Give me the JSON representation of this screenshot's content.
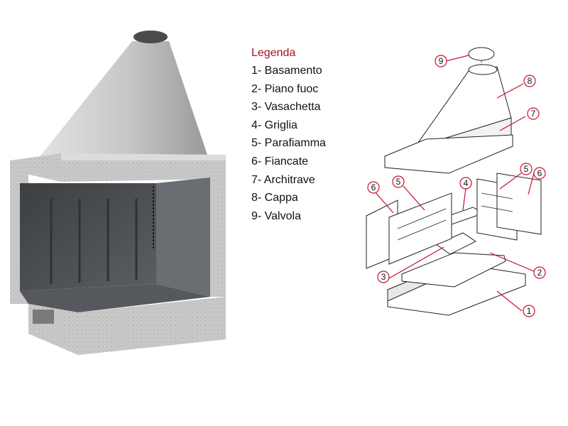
{
  "legend": {
    "title": "Legenda",
    "items": [
      "1- Basamento",
      "2- Piano fuoc",
      "3- Vasachetta",
      "4- Griglia",
      "5- Parafiamma",
      "6- Fiancate",
      "7- Architrave",
      "8- Cappa",
      "9- Valvola"
    ]
  },
  "callouts": {
    "c1": "1",
    "c2": "2",
    "c3": "3",
    "c4": "4",
    "c5a": "5",
    "c5b": "5",
    "c6a": "6",
    "c6b": "6",
    "c7": "7",
    "c8": "8",
    "c9": "9"
  },
  "colors": {
    "legend_title": "#a0141e",
    "callout": "#c8102e",
    "stone": "#c9c9c9",
    "firebox": "#4a4d50"
  }
}
